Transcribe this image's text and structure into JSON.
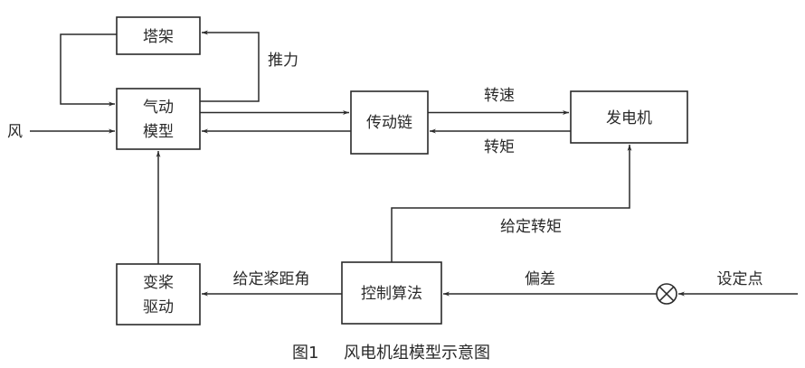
{
  "blocks": {
    "tower": "塔架",
    "aero_line1": "气动",
    "aero_line2": "模型",
    "drivetrain": "传动链",
    "generator": "发电机",
    "pitch_line1": "变桨",
    "pitch_line2": "驱动",
    "controller": "控制算法"
  },
  "signals": {
    "wind": "风",
    "thrust": "推力",
    "speed": "转速",
    "torque": "转矩",
    "torque_setpoint": "给定转矩",
    "pitch_setpoint": "给定桨距角",
    "error": "偏差",
    "setpoint": "设定点"
  },
  "summing_junction": {
    "symbol": "multiply-circle"
  },
  "caption": {
    "figure_number": "图1",
    "title": "风电机组模型示意图"
  },
  "colors": {
    "stroke": "#2a2a2a",
    "background": "#ffffff"
  }
}
